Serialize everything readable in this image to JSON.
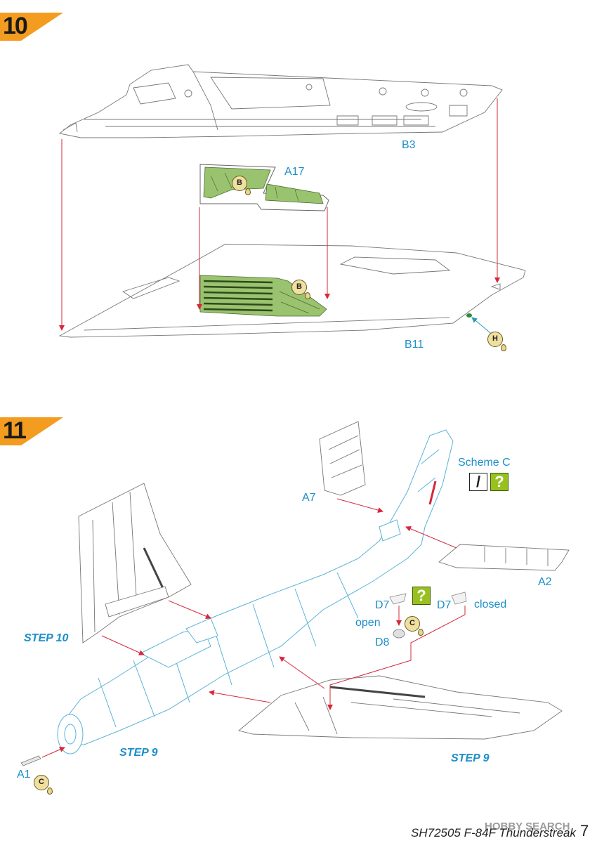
{
  "steps": [
    {
      "number": "10"
    },
    {
      "number": "11"
    }
  ],
  "parts": {
    "b3": "B3",
    "a17": "A17",
    "b11": "B11",
    "a7": "A7",
    "a2": "A2",
    "d7_left": "D7",
    "d7_right": "D7",
    "d8": "D8",
    "a1": "A1"
  },
  "notes": {
    "scheme": "Scheme C",
    "open": "open",
    "closed": "closed",
    "step10_ref": "STEP 10",
    "step9_ref_left": "STEP 9",
    "step9_ref_right": "STEP 9"
  },
  "paint_codes": {
    "b_top": "B",
    "b_bottom": "B",
    "h": "H",
    "c_d8": "C",
    "c_a1": "C"
  },
  "scheme_icons": {
    "cut": "/",
    "unknown_1": "?",
    "unknown_2": "?"
  },
  "footer": {
    "catalog": "SH72505  F-84F Thunderstreak",
    "page": "7"
  },
  "watermark": "HOBBY SEARCH",
  "colors": {
    "step_badge": "#f39c1f",
    "label_blue": "#1b8fc9",
    "arrow_red": "#d6283a",
    "part_green": "#9ac370",
    "fuselage_blue": "#5ab4d8",
    "scheme_green": "#98c11f"
  }
}
